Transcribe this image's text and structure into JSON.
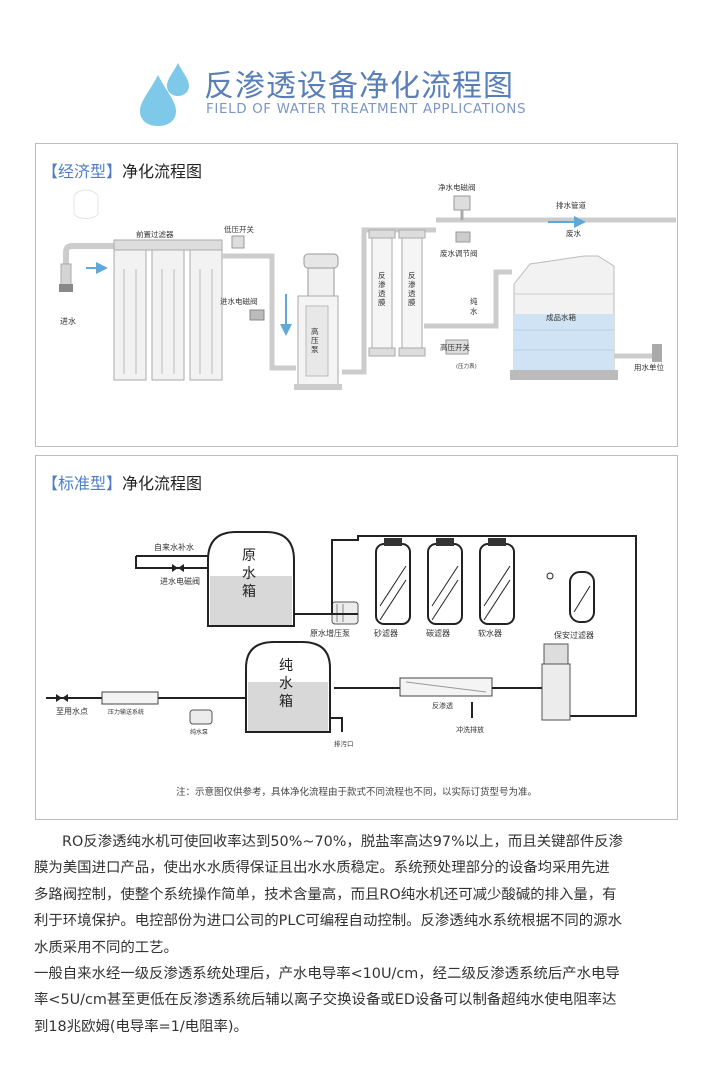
{
  "header": {
    "title_cn": "反渗透设备净化流程图",
    "title_en": "FIELD OF WATER TREATMENT APPLICATIONS"
  },
  "colors": {
    "accent": "#5a7fb8",
    "drop": "#7ec9ea",
    "bracket": "#4e7fc6"
  },
  "economy": {
    "bracket_open": "【",
    "type_label": "经济型",
    "bracket_close": "】",
    "title_rest": "净化流程图",
    "labels": {
      "prefilter": "前置过滤器",
      "low_pressure_switch": "低压开关",
      "inlet_solenoid": "进水电磁阀",
      "inlet": "进水",
      "high_pressure_pump": "高压泵",
      "ro_membrane_1": "反渗透膜",
      "ro_membrane_2": "反渗透膜",
      "pure_solenoid": "净水电磁阀",
      "waste_regulator": "废水调节阀",
      "drain_pipe": "排水管道",
      "waste_water": "废水",
      "pure_water": "纯水",
      "product_tank": "成品水箱",
      "high_pressure_switch": "高压开关",
      "gauge": "(压力表)",
      "use_point": "用水单位"
    }
  },
  "standard": {
    "bracket_open": "【",
    "type_label": "标准型",
    "bracket_close": "】",
    "title_rest": "净化流程图",
    "labels": {
      "tap_supply": "自来水补水",
      "inlet_solenoid": "进水电磁阀",
      "raw_tank": "原水箱",
      "raw_pump": "原水增压泵",
      "sand_filter": "砂滤器",
      "carbon_filter": "碳滤器",
      "softener": "软水器",
      "security_filter": "保安过滤器",
      "pure_tank": "纯水箱",
      "use_point": "至用水点",
      "uv_system": "压力输送系统",
      "pure_pump": "纯水泵",
      "ro_unit": "反渗透",
      "flush_valve": "冲洗排放",
      "drain_outlet": "排污口"
    },
    "note": "注：示意图仅供参考，具体净化流程由于款式不同流程也不同，以实际订货型号为准。"
  },
  "body": {
    "p1_lines": [
      "RO反渗透纯水机可使回收率达到50%~70%，脱盐率高达97%以上，而且关键部件反渗",
      "膜为美国进口产品，使出水水质得保证且出水水质稳定。系统预处理部分的设备均采用先进",
      "多路阀控制，使整个系统操作简单，技术含量高，而且RO纯水机还可减少酸碱的排入量，有",
      "利于环境保护。电控部份为进口公司的PLC可编程自动控制。反渗透纯水系统根据不同的源水",
      "水质采用不同的工艺。"
    ],
    "p2_lines": [
      "一般自来水经一级反渗透系统处理后，产水电导率<10U/cm，经二级反渗透系统后产水电导",
      "率<5U/cm甚至更低在反渗透系统后辅以离子交换设备或ED设备可以制备超纯水使电阻率达",
      "到18兆欧姆(电导率=1/电阻率)。"
    ]
  }
}
